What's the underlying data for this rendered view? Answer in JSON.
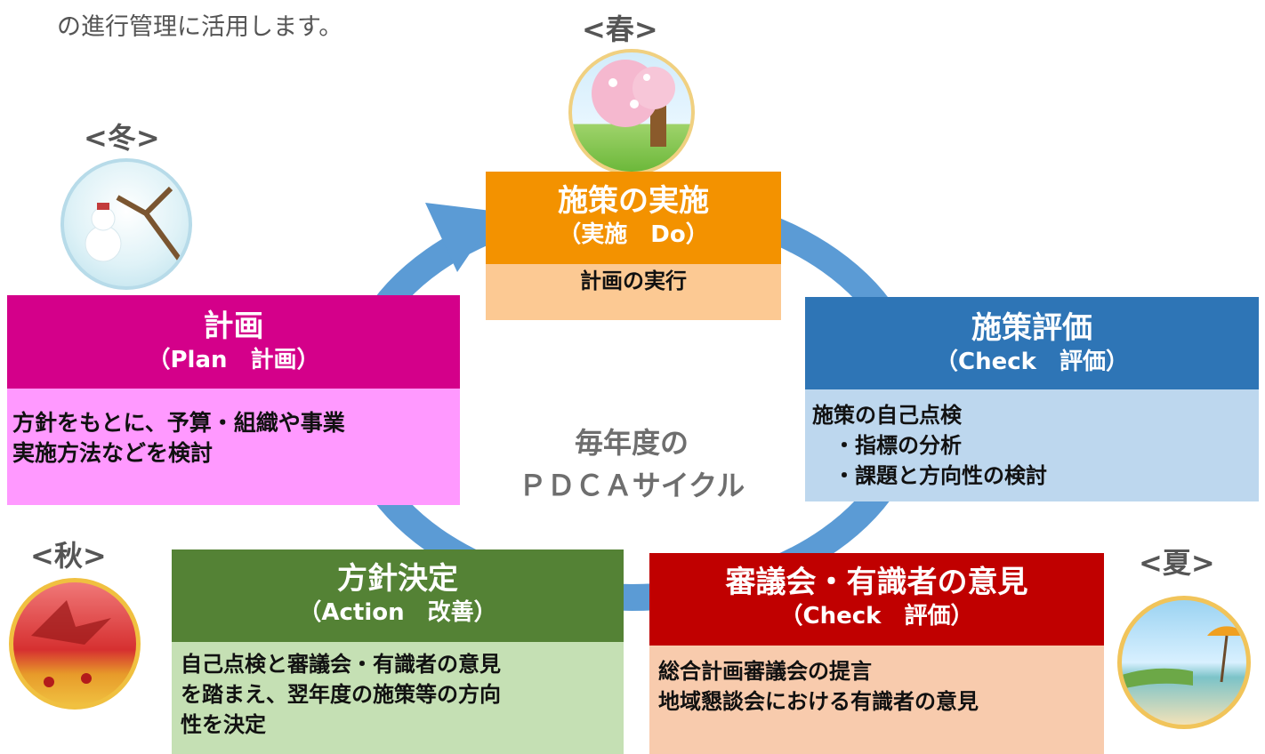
{
  "intro": {
    "text": "の進行管理に活用します。"
  },
  "seasons": {
    "spring": "<春>",
    "winter": "<冬>",
    "autumn": "<秋>",
    "summer": "<夏>"
  },
  "center": {
    "line1": "毎年度の",
    "line2": "ＰＤＣＡサイクル"
  },
  "do_box": {
    "title": "施策の実施",
    "subtitle": "（実施　Do）",
    "body": [
      "計画の実行"
    ]
  },
  "plan_box": {
    "title": "計画",
    "subtitle": "（Plan　計画）",
    "body": [
      "方針をもとに、予算・組織や事業",
      "実施方法などを検討"
    ]
  },
  "check_box": {
    "title": "施策評価",
    "subtitle": "（Check　評価）",
    "body": [
      "施策の自己点検",
      "　・指標の分析",
      "　・課題と方向性の検討"
    ]
  },
  "council_box": {
    "title": "審議会・有識者の意見",
    "subtitle": "（Check　評価）",
    "body": [
      "総合計画審議会の提言",
      "地域懇談会における有識者の意見"
    ]
  },
  "action_box": {
    "title": "方針決定",
    "subtitle": "（Action　改善）",
    "body": [
      "自己点検と審議会・有識者の意見",
      "を踏まえ、翌年度の施策等の方向",
      "性を決定"
    ]
  },
  "colors": {
    "do_header": "#f39200",
    "do_body": "#fcc993",
    "plan_header": "#d4008a",
    "plan_body": "#ff99ff",
    "check_header": "#2e75b6",
    "check_body": "#bdd7ee",
    "council_header": "#c00000",
    "council_body": "#f8cbad",
    "action_header": "#548235",
    "action_body": "#c5e0b4",
    "cycle_arrow": "#5b9bd5"
  },
  "icons": {
    "spring": "cherry-blossom-tree-icon",
    "winter": "snowman-icon",
    "autumn": "maple-leaves-icon",
    "summer": "beach-umbrella-icon"
  }
}
